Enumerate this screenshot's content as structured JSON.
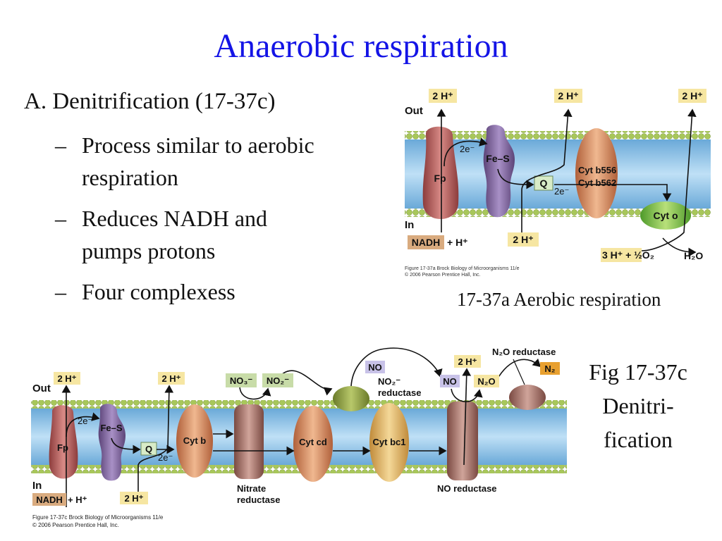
{
  "slide": {
    "title": "Anaerobic respiration",
    "heading": "A.  Denitrification (17-37c)",
    "bullets": [
      "Process similar to aerobic respiration",
      "Reduces NADH and pumps protons",
      "Four complexess"
    ],
    "bullet_lines": [
      [
        "Process similar to aerobic",
        "respiration"
      ],
      [
        "Reduces NADH and",
        "pumps protons"
      ],
      [
        "Four complexess"
      ]
    ],
    "dash": "–",
    "caption_a": "17-37a Aerobic respiration",
    "fig_c": [
      "Fig 17-37c",
      "Denitri-",
      "fication"
    ]
  },
  "diagram_a": {
    "side_out": "Out",
    "side_in": "In",
    "proton_labels": [
      "2 H⁺",
      "2 H⁺",
      "2 H⁺"
    ],
    "proton_in": "2 H⁺",
    "complexes": [
      "Fp",
      "Fe–S",
      "Cyt b556",
      "Cyt b562",
      "Cyt o"
    ],
    "cyt_b556": "Cyt b556",
    "cyt_b562": "Cyt b562",
    "q": "Q",
    "electrons": [
      "2e⁻",
      "2e⁻"
    ],
    "nadh": "NADH",
    "nadh_h": "+ H⁺",
    "oxygen_reactant": "3 H⁺ + ½O₂",
    "water": "H₂O",
    "credit": [
      "Figure 17-37a  Brock Biology of Microorganisms 11/e",
      "© 2006 Pearson Prentice Hall, Inc."
    ]
  },
  "diagram_c": {
    "side_out": "Out",
    "side_in": "In",
    "proton_labels": [
      "2 H⁺",
      "2 H⁺",
      "2 H⁺"
    ],
    "proton_in": "2 H⁺",
    "complexes": [
      "Fp",
      "Fe–S",
      "Cyt b",
      "Cyt cd",
      "Cyt bc1"
    ],
    "cyt_bc1": "Cyt bc1",
    "q": "Q",
    "electrons": [
      "2e⁻",
      "2e⁻"
    ],
    "nadh": "NADH",
    "nadh_h": "+ H⁺",
    "species": [
      "NO₃⁻",
      "NO₂⁻",
      "NO",
      "NO",
      "N₂O",
      "N₂"
    ],
    "enzymes": [
      "NO₂⁻",
      "reductase",
      "N₂O reductase",
      "Nitrate",
      "reductase",
      "NO reductase"
    ],
    "credit": [
      "Figure 17-37c  Brock Biology of Microorganisms 11/e",
      "© 2006 Pearson Prentice Hall, Inc."
    ]
  },
  "colors": {
    "title": "#1414e6",
    "membrane_head": "#a8c75a",
    "membrane_core": "#8fc6ec",
    "fp": "#b85f5f",
    "fes": "#8a6aa8",
    "cyt_b": "#d98c5a",
    "cyt_o": "#7fbf3f",
    "label_box": "#f6e6a2",
    "nadh_box": "#d9ab7f",
    "no3_box": "#c8dca8",
    "no_box": "#c8c2e8",
    "n2_box": "#e8a030"
  }
}
